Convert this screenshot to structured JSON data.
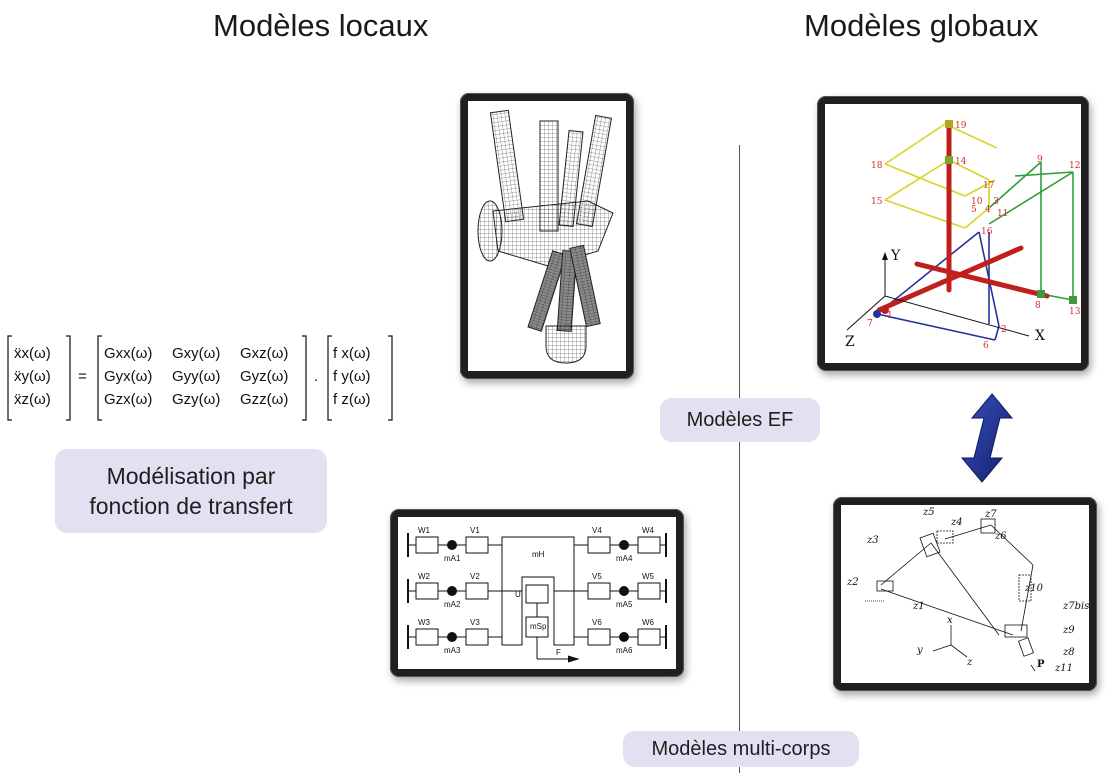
{
  "headings": {
    "left": "Modèles locaux",
    "right": "Modèles globaux"
  },
  "labels": {
    "transfer": "Modélisation par fonction de transfert",
    "ef": "Modèles EF",
    "multibody": "Modèles multi-corps"
  },
  "equation": {
    "lhs": [
      "ẍx(ω)",
      "ẍy(ω)",
      "ẍz(ω)"
    ],
    "matrix": [
      [
        "Gxx(ω)",
        "Gxy(ω)",
        "Gxz(ω)"
      ],
      [
        "Gyx(ω)",
        "Gyy(ω)",
        "Gyz(ω)"
      ],
      [
        "Gzx(ω)",
        "Gzy(ω)",
        "Gzz(ω)"
      ]
    ],
    "rhs": [
      "f x(ω)",
      "f y(ω)",
      "f z(ω)"
    ],
    "equals": "=",
    "dot": "."
  },
  "fe_global": {
    "axes": [
      "X",
      "Y",
      "Z"
    ],
    "nodes": [
      "1",
      "2",
      "3",
      "4",
      "5",
      "6",
      "7",
      "8",
      "9",
      "10",
      "11",
      "12",
      "13",
      "14",
      "15",
      "16",
      "17",
      "18",
      "19"
    ]
  },
  "lumped_model": {
    "springs": [
      "W1",
      "V1",
      "W2",
      "V2",
      "W3",
      "V3",
      "V4",
      "W4",
      "V5",
      "W5",
      "V6",
      "W6"
    ],
    "masses": [
      "mA1",
      "mA2",
      "mA3",
      "mA4",
      "mA5",
      "mA6"
    ],
    "center": [
      "mH",
      "U",
      "mSp"
    ],
    "force": "F"
  },
  "multibody": {
    "axes": [
      "z1",
      "z2",
      "z3",
      "z4",
      "z5",
      "z6",
      "z7",
      "z7bis",
      "z8",
      "z9",
      "z10",
      "z11"
    ],
    "frame": [
      "x",
      "y",
      "z"
    ],
    "point": "P"
  },
  "colors": {
    "pill": "#e3e0f1",
    "arrow": "#1a2a8a",
    "red_frame": "#c0201d",
    "yellow_frame": "#d8d42a",
    "green_frame": "#2e9e3a",
    "blue_frame": "#28309a"
  }
}
